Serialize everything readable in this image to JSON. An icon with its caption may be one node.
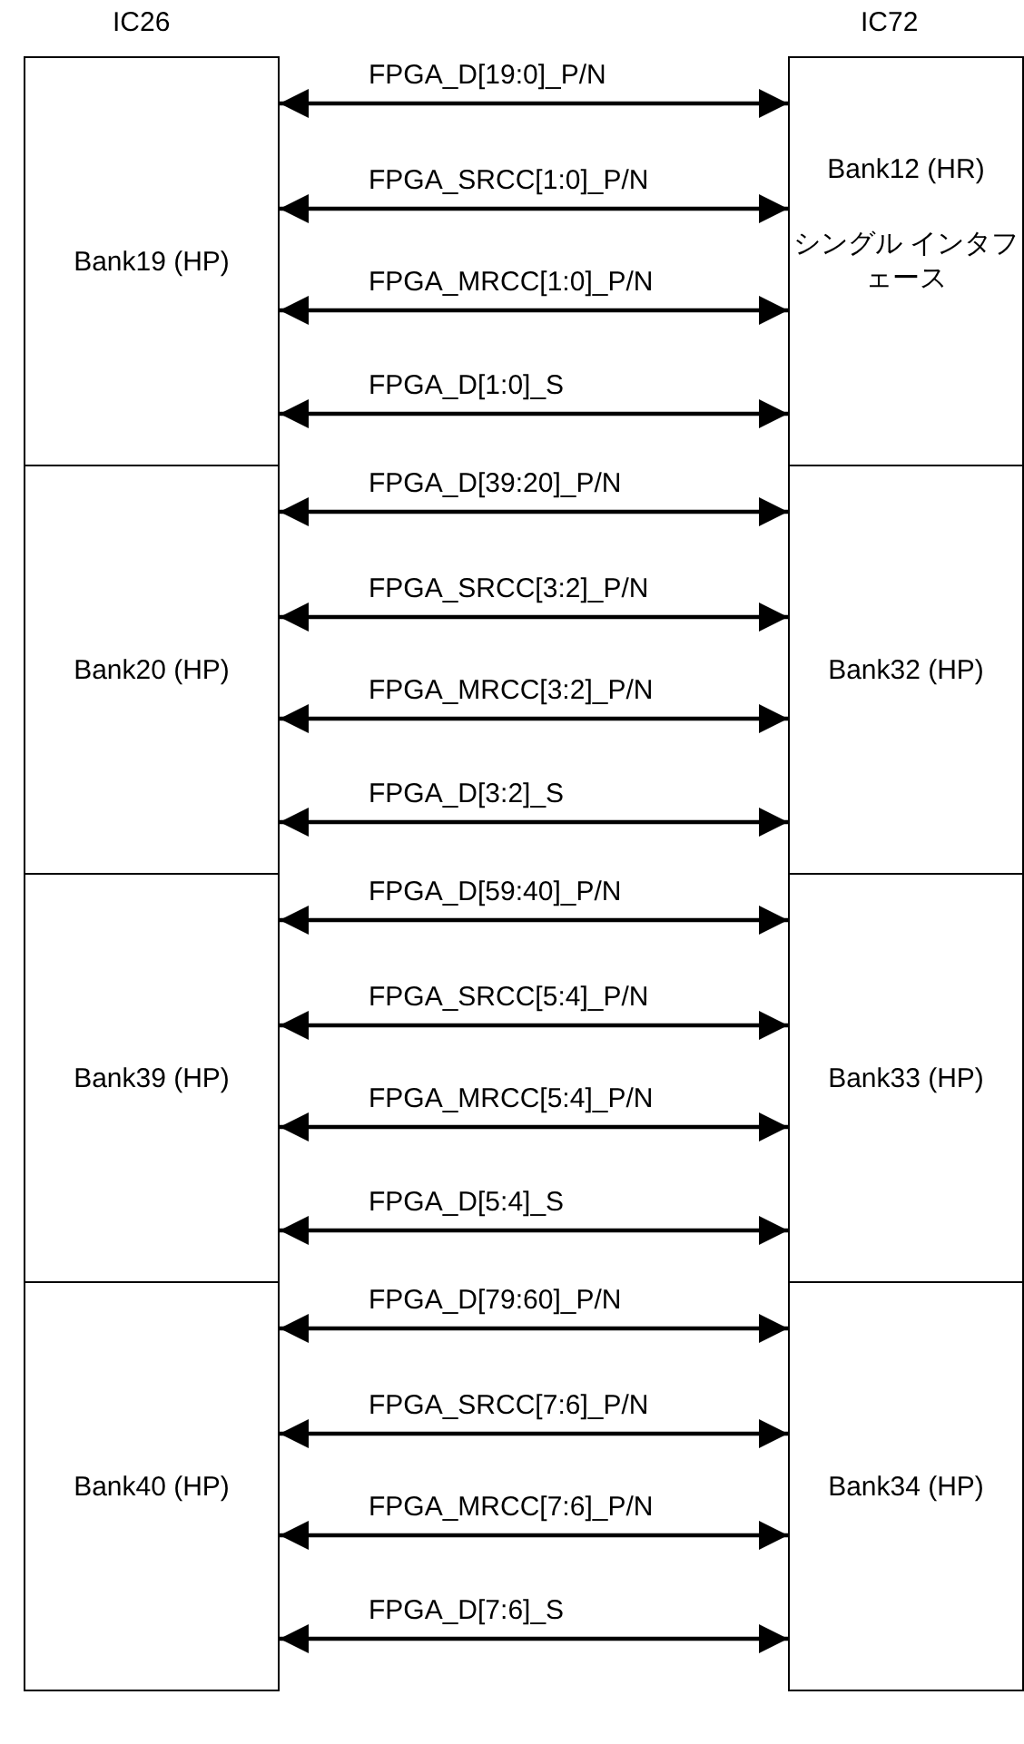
{
  "diagram": {
    "nodes": [
      {
        "text": [
          "Bank19 (HP)"
        ]
      },
      {
        "text": [
          "Bank12 (HR)",
          "シングル インタフェース"
        ]
      },
      {
        "text": [
          "Bank20 (HP)"
        ]
      },
      {
        "text": [
          "Bank32 (HP)"
        ]
      },
      {
        "text": [
          "Bank39 (HP)"
        ]
      },
      {
        "text": [
          "Bank33 (HP)"
        ]
      },
      {
        "text": [
          "Bank40 (HP)"
        ]
      },
      {
        "text": [
          "Bank34 (HP)"
        ]
      }
    ],
    "edges": [
      {
        "from": 0,
        "to": 1,
        "arrow": "both",
        "label": "FPGA_D[19:0]_P/N"
      },
      {
        "from": 0,
        "to": 1,
        "arrow": "both",
        "label": "FPGA_SRCC[1:0]_P/N"
      },
      {
        "from": 0,
        "to": 1,
        "arrow": "both",
        "label": "FPGA_MRCC[1:0]_P/N"
      },
      {
        "from": 0,
        "to": 1,
        "arrow": "both",
        "label": "FPGA_D[1:0]_S"
      },
      {
        "from": 2,
        "to": 3,
        "arrow": "both",
        "label": "FPGA_D[39:20]_P/N"
      },
      {
        "from": 2,
        "to": 3,
        "arrow": "both",
        "label": "FPGA_SRCC[3:2]_P/N"
      },
      {
        "from": 2,
        "to": 3,
        "arrow": "both",
        "label": "FPGA_MRCC[3:2]_P/N"
      },
      {
        "from": 2,
        "to": 3,
        "arrow": "both",
        "label": "FPGA_D[3:2]_S"
      },
      {
        "from": 4,
        "to": 5,
        "arrow": "both",
        "label": "FPGA_D[59:40]_P/N"
      },
      {
        "from": 4,
        "to": 5,
        "arrow": "both",
        "label": "FPGA_SRCC[5:4]_P/N"
      },
      {
        "from": 4,
        "to": 5,
        "arrow": "both",
        "label": "FPGA_MRCC[5:4]_P/N"
      },
      {
        "from": 4,
        "to": 5,
        "arrow": "both",
        "label": "FPGA_D[5:4]_S"
      },
      {
        "from": 6,
        "to": 7,
        "arrow": "both",
        "label": "FPGA_D[79:60]_P/N"
      },
      {
        "from": 6,
        "to": 7,
        "arrow": "both",
        "label": "FPGA_SRCC[7:6]_P/N"
      },
      {
        "from": 6,
        "to": 7,
        "arrow": "both",
        "label": "FPGA_MRCC[7:6]_P/N"
      },
      {
        "from": 6,
        "to": 7,
        "arrow": "both",
        "label": "FPGA_D[7:6]_S"
      }
    ],
    "labels": [
      "IC26",
      "IC72"
    ]
  }
}
